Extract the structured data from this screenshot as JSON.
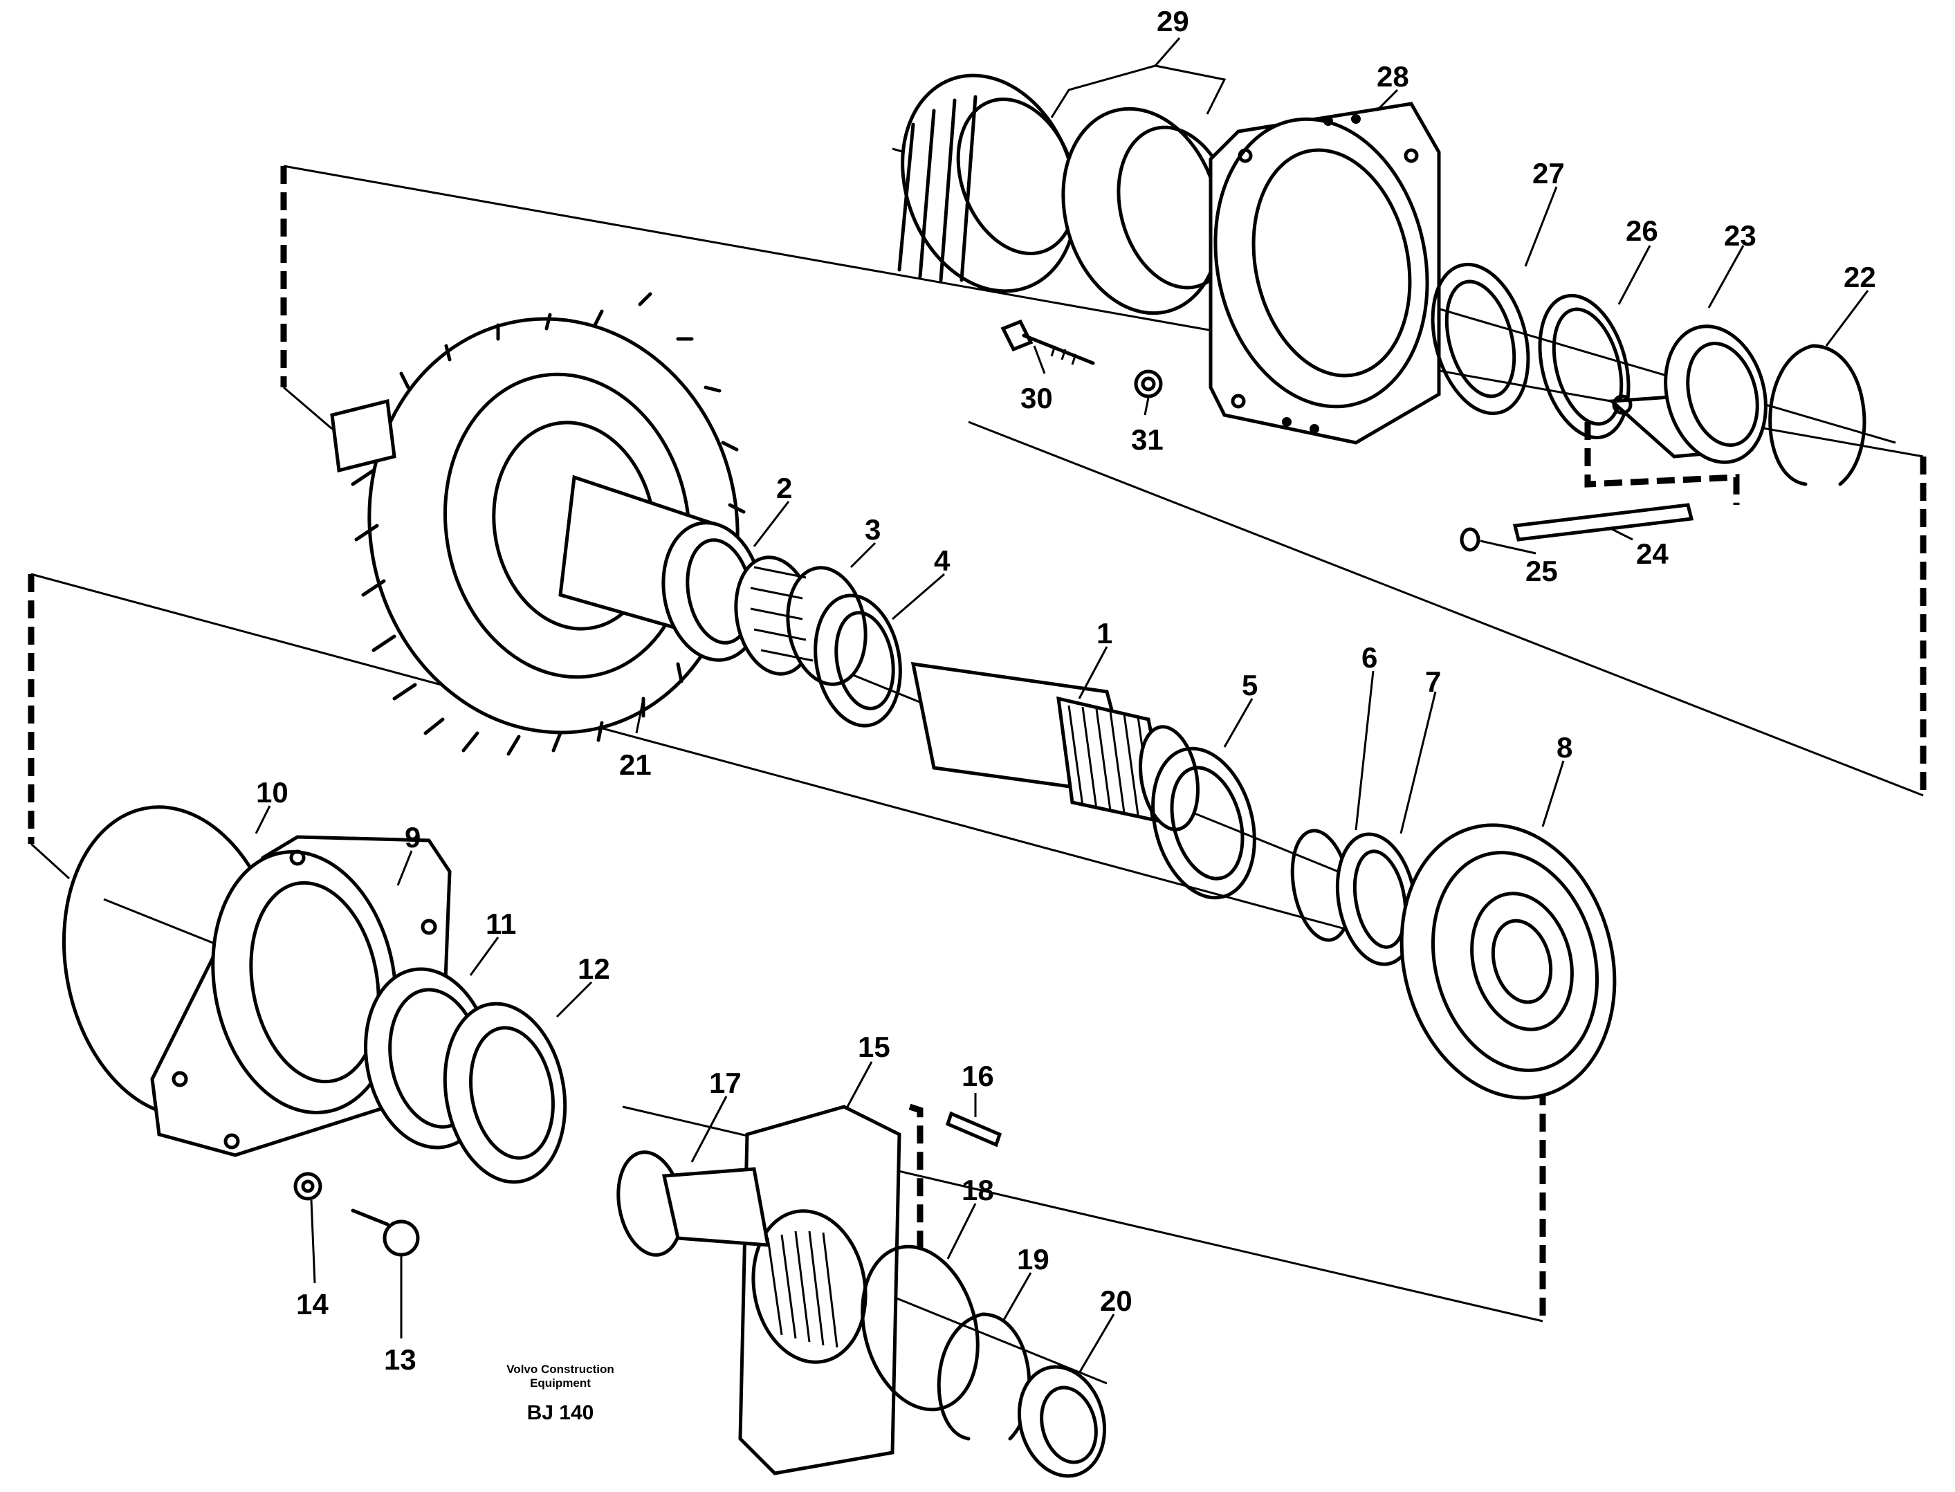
{
  "caption": {
    "brand_line1": "Volvo Construction",
    "brand_line2": "Equipment",
    "drawing_code": "BJ 140"
  },
  "callouts": [
    "1",
    "2",
    "3",
    "4",
    "5",
    "6",
    "7",
    "8",
    "9",
    "10",
    "11",
    "12",
    "13",
    "14",
    "15",
    "16",
    "17",
    "18",
    "19",
    "20",
    "21",
    "22",
    "23",
    "24",
    "25",
    "26",
    "27",
    "28",
    "29",
    "30",
    "31"
  ]
}
